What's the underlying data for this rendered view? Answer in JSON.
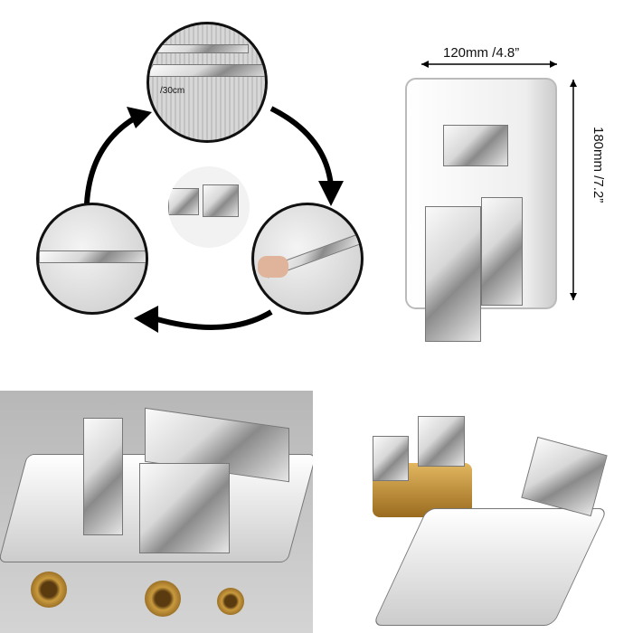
{
  "dimensions": {
    "width_label": "120mm /4.8”",
    "height_label": "180mm /7.2”"
  },
  "shower_head": {
    "size_label": "/30cm"
  }
}
